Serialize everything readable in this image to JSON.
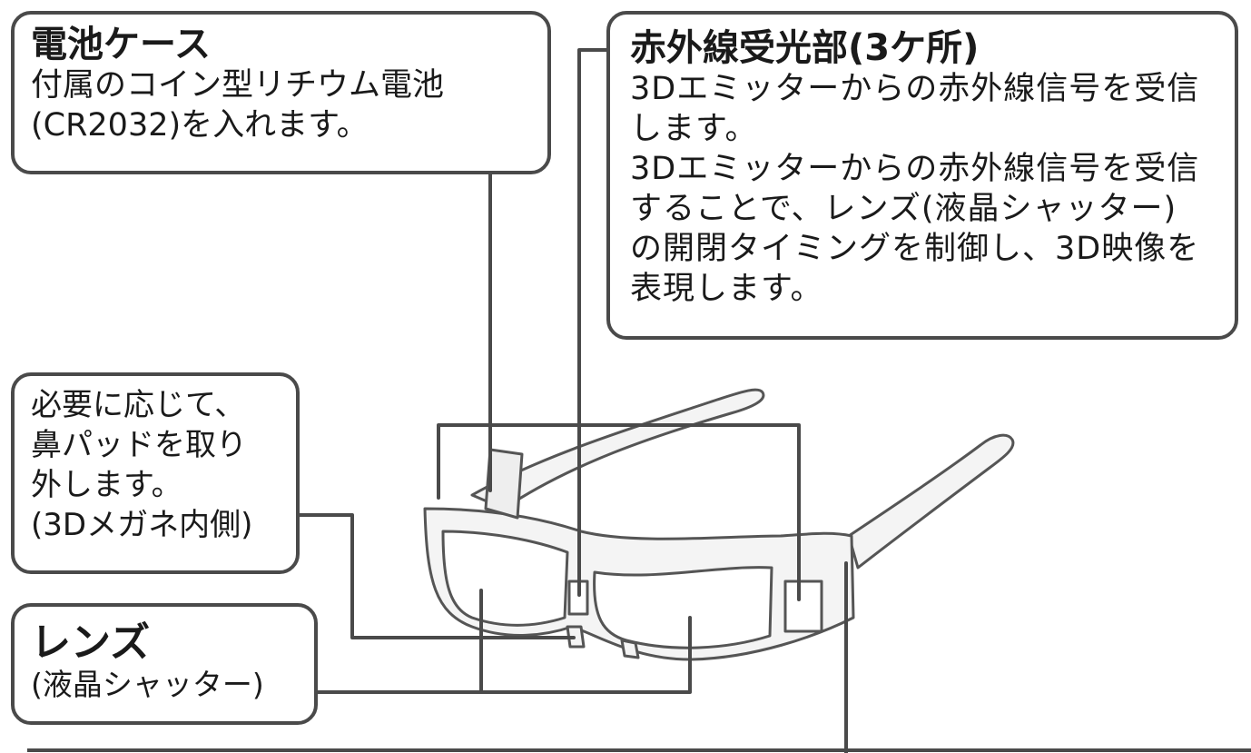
{
  "callouts": {
    "battery_case": {
      "title": "電池ケース",
      "lines": [
        "付属のコイン型リチウム電池",
        "(CR2032)を入れます。"
      ]
    },
    "ir_receiver": {
      "title": "赤外線受光部(3ケ所)",
      "lines": [
        "3Dエミッターからの赤外線信号を受信",
        "します。",
        "3Dエミッターからの赤外線信号を受信",
        "することで、レンズ(液晶シャッター)",
        "の開閉タイミングを制御し、3D映像を",
        "表現します。"
      ]
    },
    "nose_pad": {
      "lines": [
        "必要に応じて、",
        "鼻パッドを取り",
        "外します。",
        "(3Dメガネ内側)"
      ]
    },
    "lens": {
      "title": "レンズ",
      "subtitle": "(液晶シャッター)"
    }
  },
  "colors": {
    "border": "#4a4a4a",
    "leader": "#4a4a4a",
    "glasses_outline": "#555555",
    "glasses_fill": "#f4f4f4"
  }
}
